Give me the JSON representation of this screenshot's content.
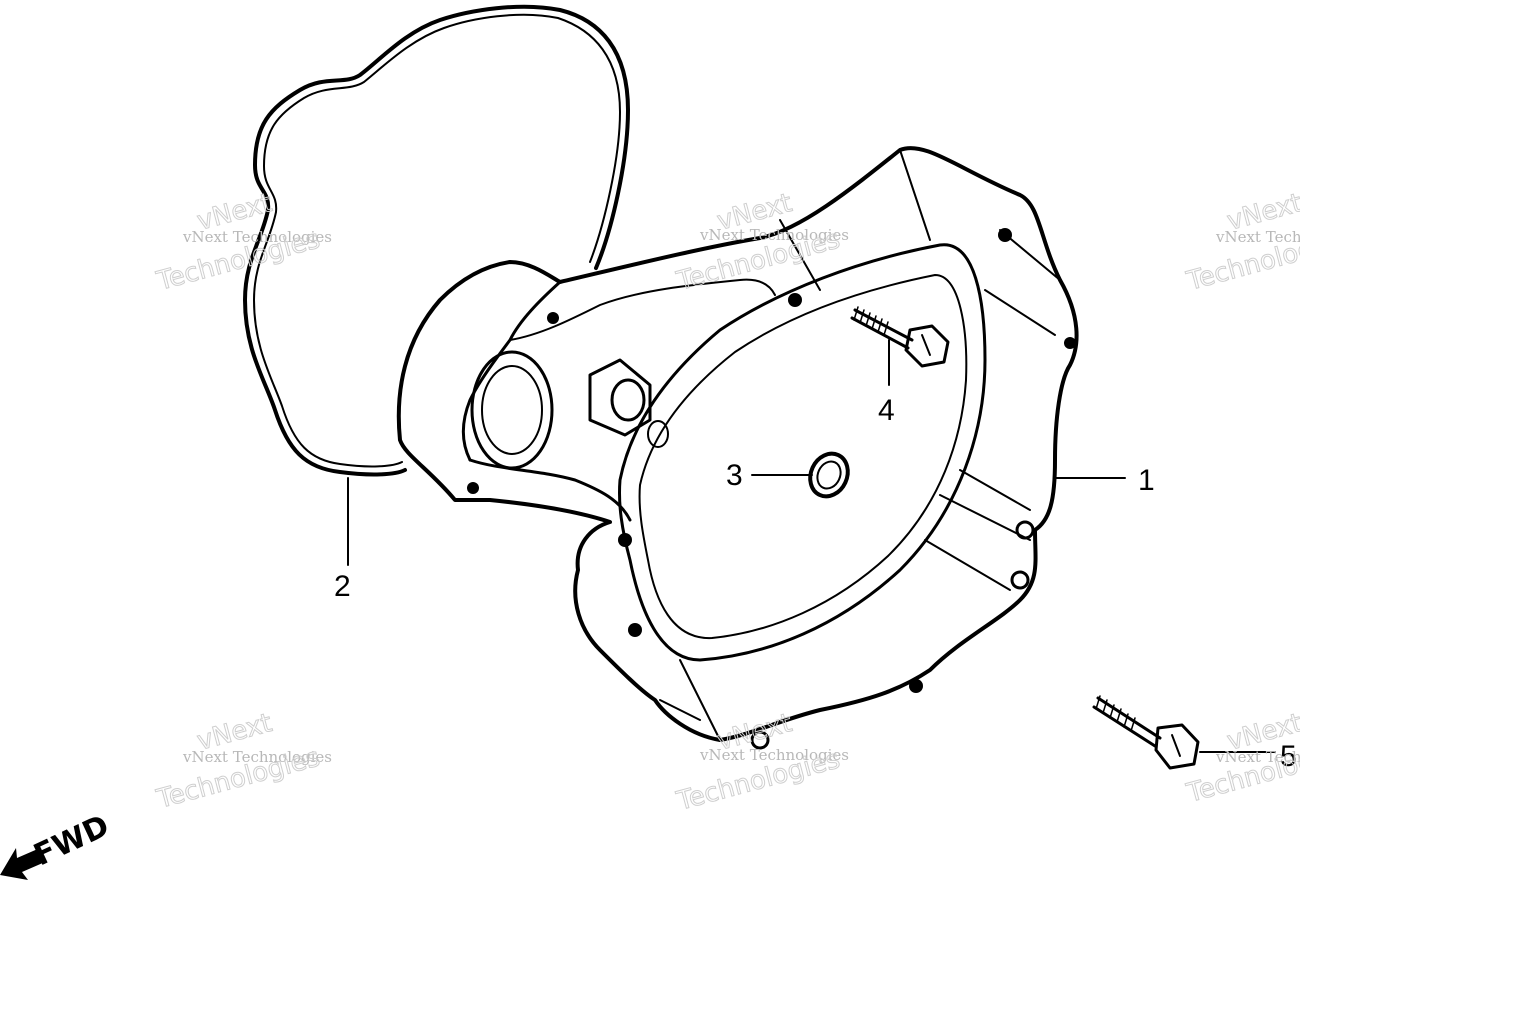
{
  "callouts": {
    "part1": "1",
    "part2": "2",
    "part3": "3",
    "part4": "4",
    "part5": "5"
  },
  "direction_label": "FWD",
  "watermark": {
    "line_small": "vNext Technologies",
    "line_big_top": "vNext",
    "line_big_bottom": "Technologies"
  }
}
